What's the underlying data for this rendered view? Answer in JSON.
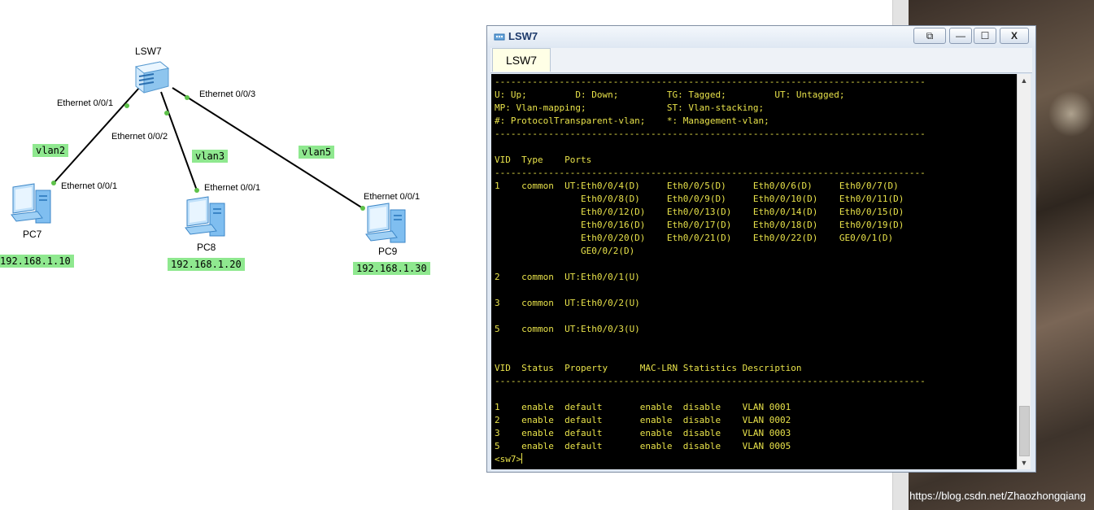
{
  "topology": {
    "switch": {
      "name": "LSW7"
    },
    "pcs": [
      {
        "name": "PC7",
        "ip": "192.168.1.10",
        "port": "Ethernet 0/0/1"
      },
      {
        "name": "PC8",
        "ip": "192.168.1.20",
        "port": "Ethernet 0/0/1"
      },
      {
        "name": "PC9",
        "ip": "192.168.1.30",
        "port": "Ethernet 0/0/1"
      }
    ],
    "switch_ports": [
      "Ethernet 0/0/1",
      "Ethernet 0/0/2",
      "Ethernet 0/0/3"
    ],
    "vlan_tags": [
      "vlan2",
      "vlan3",
      "vlan5"
    ],
    "link_color": "#000000",
    "port_dot_color": "#5ec24a",
    "tag_color": "#8fe88f"
  },
  "window": {
    "title": "LSW7",
    "tab_label": "LSW7",
    "buttons": {
      "restore": "⧉",
      "minimize": "—",
      "maximize": "☐",
      "close": "X"
    },
    "terminal_color": "#e8e24a",
    "terminal_lines": [
      "--------------------------------------------------------------------------------",
      "U: Up;         D: Down;         TG: Tagged;         UT: Untagged;",
      "MP: Vlan-mapping;               ST: Vlan-stacking;",
      "#: ProtocolTransparent-vlan;    *: Management-vlan;",
      "--------------------------------------------------------------------------------",
      "",
      "VID  Type    Ports",
      "--------------------------------------------------------------------------------",
      "1    common  UT:Eth0/0/4(D)     Eth0/0/5(D)     Eth0/0/6(D)     Eth0/0/7(D)",
      "                Eth0/0/8(D)     Eth0/0/9(D)     Eth0/0/10(D)    Eth0/0/11(D)",
      "                Eth0/0/12(D)    Eth0/0/13(D)    Eth0/0/14(D)    Eth0/0/15(D)",
      "                Eth0/0/16(D)    Eth0/0/17(D)    Eth0/0/18(D)    Eth0/0/19(D)",
      "                Eth0/0/20(D)    Eth0/0/21(D)    Eth0/0/22(D)    GE0/0/1(D)",
      "                GE0/0/2(D)",
      "",
      "2    common  UT:Eth0/0/1(U)",
      "",
      "3    common  UT:Eth0/0/2(U)",
      "",
      "5    common  UT:Eth0/0/3(U)",
      "",
      "",
      "VID  Status  Property      MAC-LRN Statistics Description",
      "--------------------------------------------------------------------------------",
      "",
      "1    enable  default       enable  disable    VLAN 0001",
      "2    enable  default       enable  disable    VLAN 0002",
      "3    enable  default       enable  disable    VLAN 0003",
      "5    enable  default       enable  disable    VLAN 0005"
    ],
    "prompt": "<sw7>"
  },
  "watermark": "https://blog.csdn.net/Zhaozhongqiang"
}
